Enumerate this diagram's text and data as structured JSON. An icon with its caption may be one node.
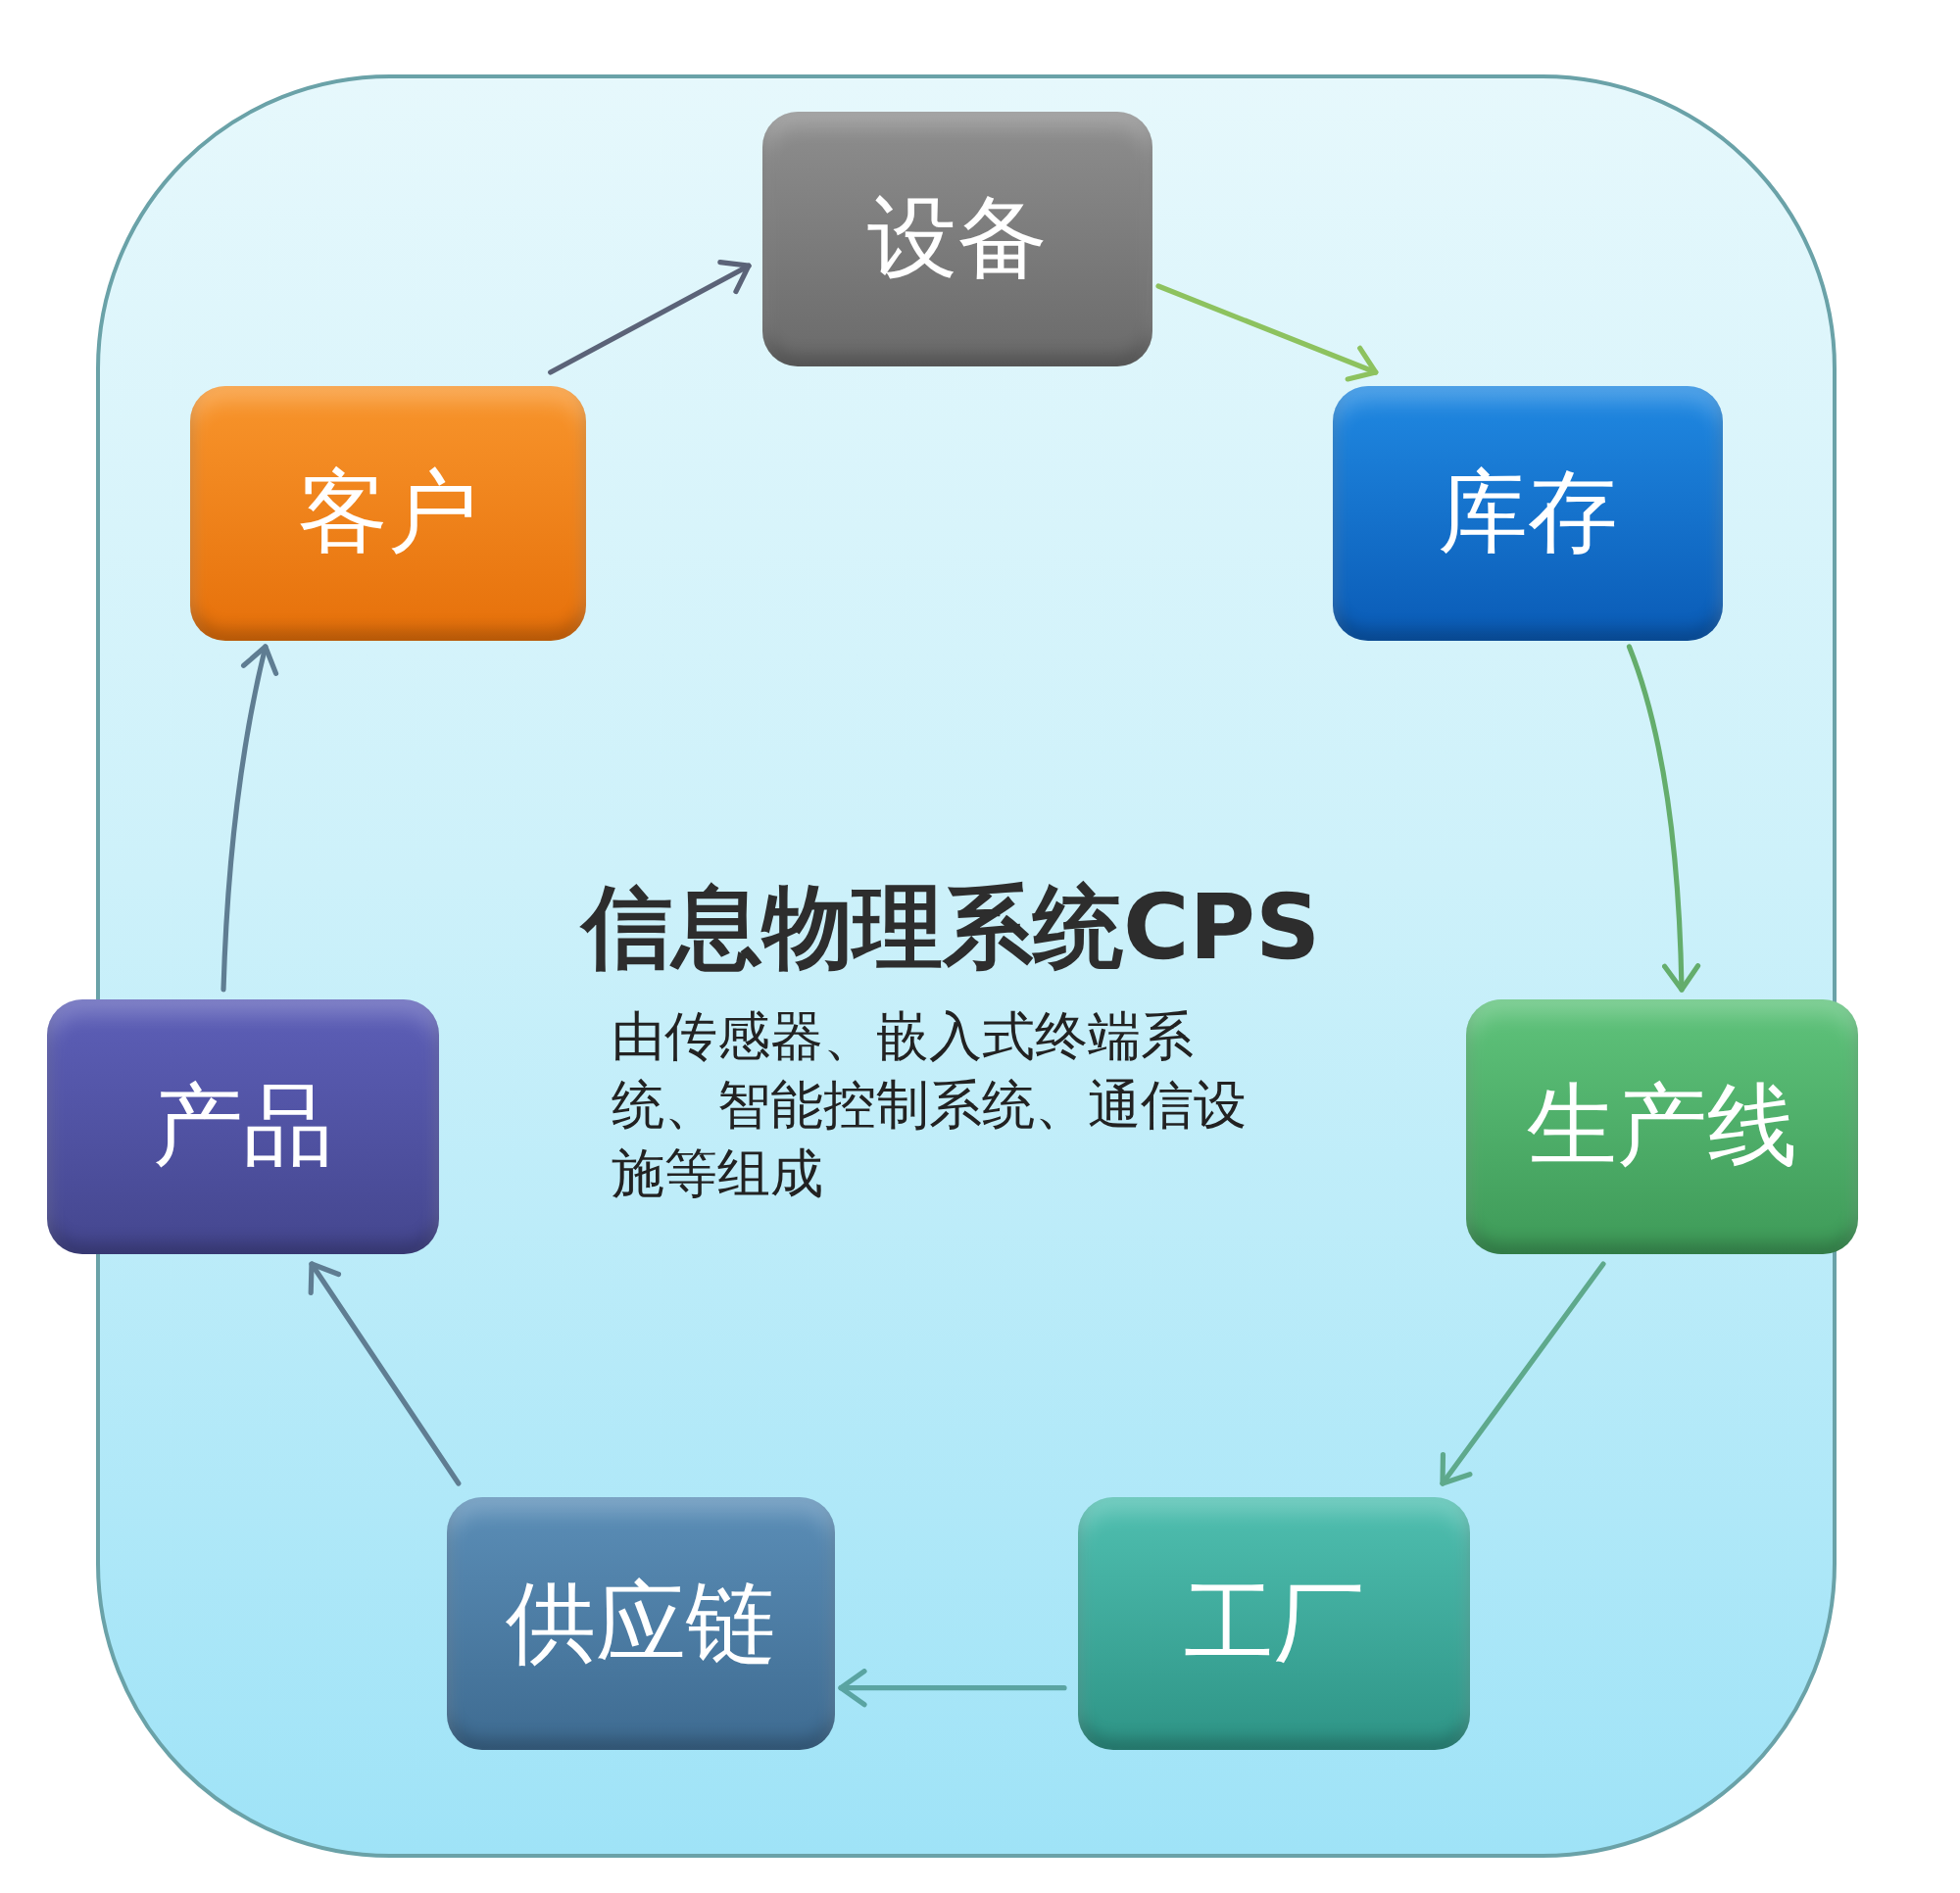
{
  "diagram": {
    "nodes": [
      {
        "text": [
          "信息物理系统CPS",
          "由传感器、嵌入式终端系统、智能控制系统、通信设施等组成"
        ]
      },
      {
        "text": [
          "设备"
        ],
        "in": 0
      },
      {
        "text": [
          "客户"
        ],
        "in": 0
      },
      {
        "text": [
          "库存"
        ],
        "in": 0
      },
      {
        "text": [
          "产品"
        ]
      },
      {
        "text": [
          "生产线"
        ]
      },
      {
        "text": [
          "供应链"
        ],
        "in": 0
      },
      {
        "text": [
          "工厂"
        ],
        "in": 0
      }
    ],
    "edges": [
      {
        "from": 2,
        "to": 1,
        "arrow": "to",
        "color": "#5b6378"
      },
      {
        "from": 1,
        "to": 3,
        "arrow": "to",
        "color": "#8dc25f"
      },
      {
        "from": 3,
        "to": 5,
        "arrow": "to",
        "color": "#64ad6c"
      },
      {
        "from": 5,
        "to": 7,
        "arrow": "to",
        "color": "#5ea98c"
      },
      {
        "from": 7,
        "to": 6,
        "arrow": "to",
        "color": "#5aa4a2"
      },
      {
        "from": 6,
        "to": 4,
        "arrow": "to",
        "color": "#5f7d92"
      },
      {
        "from": 4,
        "to": 2,
        "arrow": "to",
        "color": "#5f7d92"
      }
    ]
  }
}
